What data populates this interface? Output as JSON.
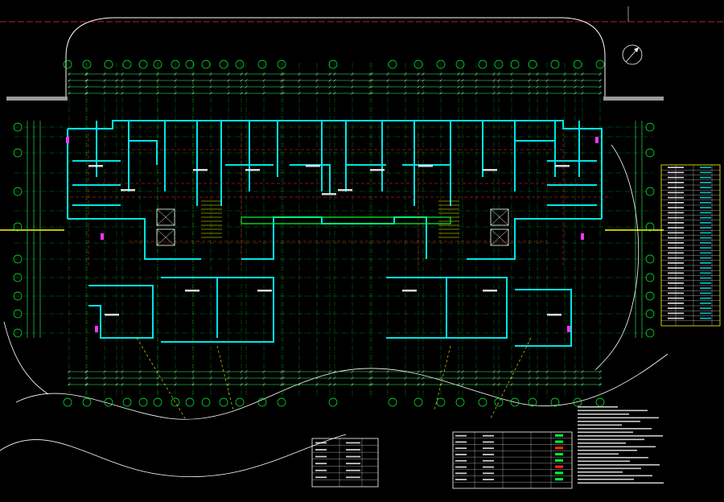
{
  "drawing": {
    "background": "#000000",
    "colors": {
      "axis": "#00ff33",
      "wall": "#00e6e6",
      "dim": "#33ff66",
      "red": "#ff2a2a",
      "yellow": "#ffff00",
      "white": "#ffffff",
      "magenta": "#ff33ff",
      "gray": "#9a9a9a"
    },
    "north_symbol": "north-arrow-icon",
    "title_top_left": "",
    "table_right": {
      "rows": 32
    },
    "table_bottom_center": {
      "rows": 9
    },
    "table_bottom_left": {
      "rows": 7
    },
    "notes_lines": 22
  }
}
